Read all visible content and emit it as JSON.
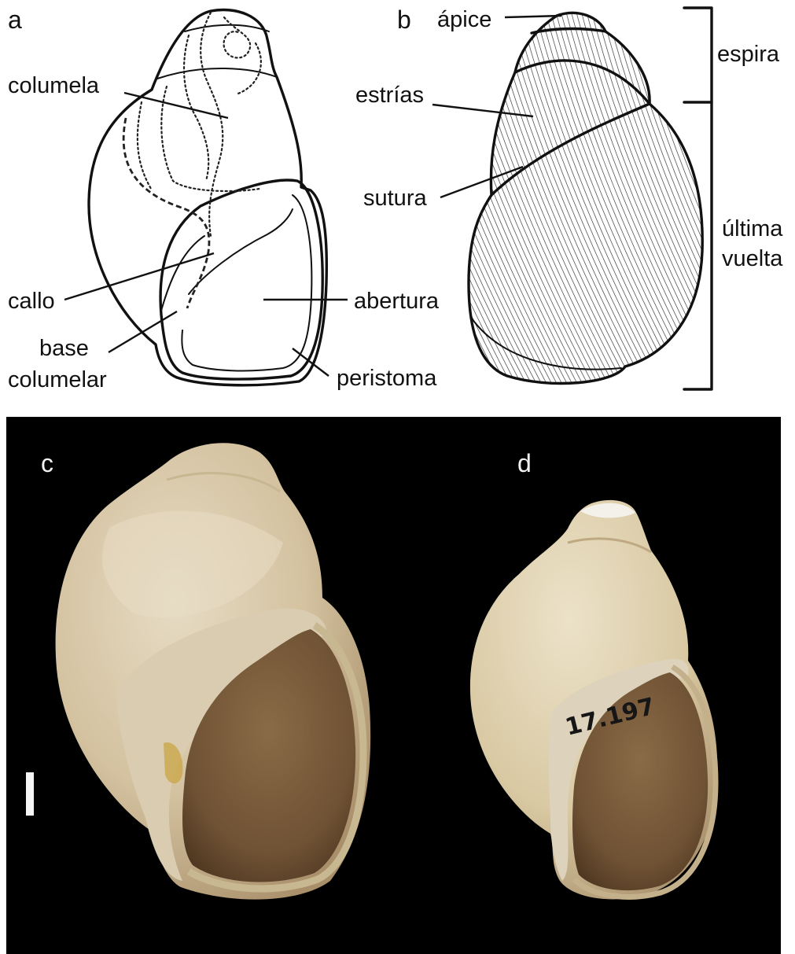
{
  "panels": {
    "a": {
      "letter": "a",
      "labels": {
        "columela": "columela",
        "callo": "callo",
        "base_columelar_1": "base",
        "base_columelar_2": "columelar",
        "abertura": "abertura",
        "peristoma": "peristoma"
      }
    },
    "b": {
      "letter": "b",
      "labels": {
        "apice": "ápice",
        "estrias": "estrías",
        "sutura": "sutura",
        "espira": "espira",
        "ultima_vuelta_1": "última",
        "ultima_vuelta_2": "vuelta"
      }
    },
    "c": {
      "letter": "c"
    },
    "d": {
      "letter": "d",
      "specimen_number": "17.197"
    }
  },
  "colors": {
    "photo_background": "#000000",
    "shell_cream": "#e3d6b6",
    "aperture_brown": "#7b5f3f",
    "line_art": "#111111"
  }
}
